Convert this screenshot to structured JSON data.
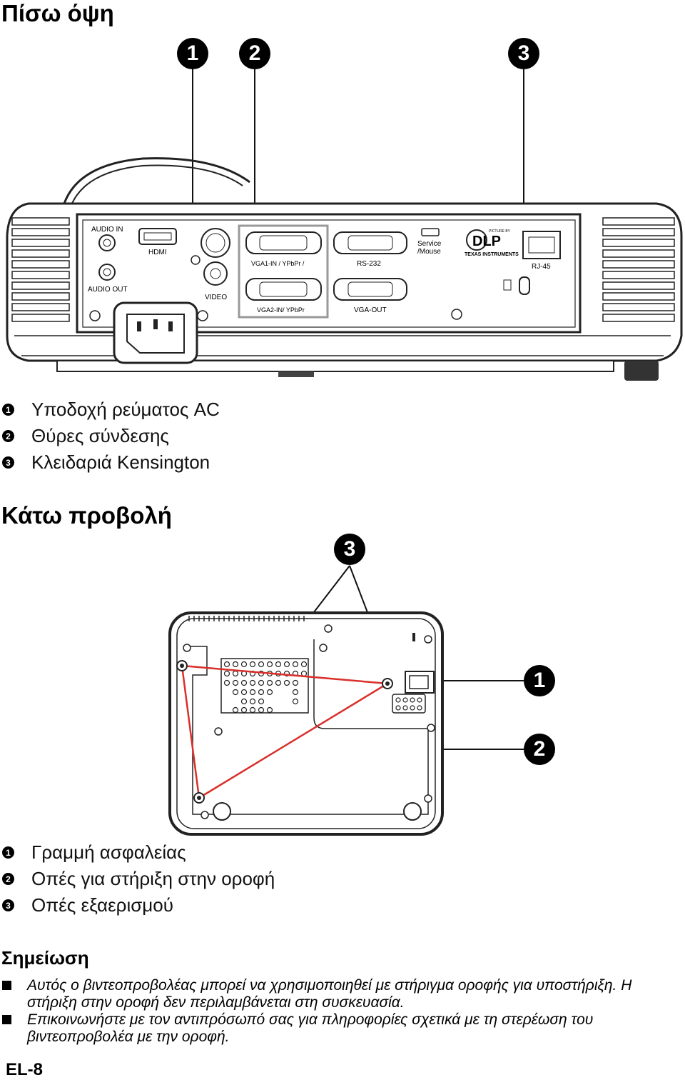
{
  "rear": {
    "title": "Πίσω όψη",
    "callouts": [
      "1",
      "2",
      "3"
    ],
    "port_labels": {
      "audio_in": "AUDIO IN",
      "audio_out": "AUDIO OUT",
      "hdmi": "HDMI",
      "video": "VIDEO",
      "vga1": "VGA1-IN / YPbPr / ",
      "vga2": "VGA2-IN/ YPbPr",
      "rs232": "RS-232",
      "vga_out": "VGA-OUT",
      "service": "Service",
      "mouse": "/Mouse",
      "rj45": "RJ-45",
      "dlp": "DLP",
      "picture_by": "PICTURE BY",
      "texas": "TEXAS INSTRUMENTS"
    },
    "legend": [
      {
        "num": "1",
        "text": "Υποδοχή ρεύματος AC"
      },
      {
        "num": "2",
        "text": "Θύρες σύνδεσης"
      },
      {
        "num": "3",
        "text": "Κλειδαριά Kensington"
      }
    ]
  },
  "bottom": {
    "title": "Κάτω προβολή",
    "callouts": [
      "3",
      "1",
      "2"
    ],
    "legend": [
      {
        "num": "1",
        "text": "Γραμμή ασφαλείας"
      },
      {
        "num": "2",
        "text": "Οπές για στήριξη στην οροφή"
      },
      {
        "num": "3",
        "text": "Οπές εξαερισμού"
      }
    ]
  },
  "note": {
    "title": "Σημείωση",
    "items": [
      "Αυτός ο βιντεοπροβολέας μπορεί να χρησιμοποιηθεί με στήριγμα οροφής για υποστήριξη. Η στήριξη στην οροφή δεν περιλαμβάνεται στη συσκευασία.",
      "Επικοινωνήστε με τον αντιπρόσωπό σας για πληροφορίες σχετικά με τη στερέωση του βιντεοπροβολέα με την οροφή."
    ]
  },
  "footer": {
    "page_label": "EL-8"
  },
  "colors": {
    "text": "#000000",
    "mount_line": "#d9302b",
    "diagram_stroke": "#222222"
  }
}
